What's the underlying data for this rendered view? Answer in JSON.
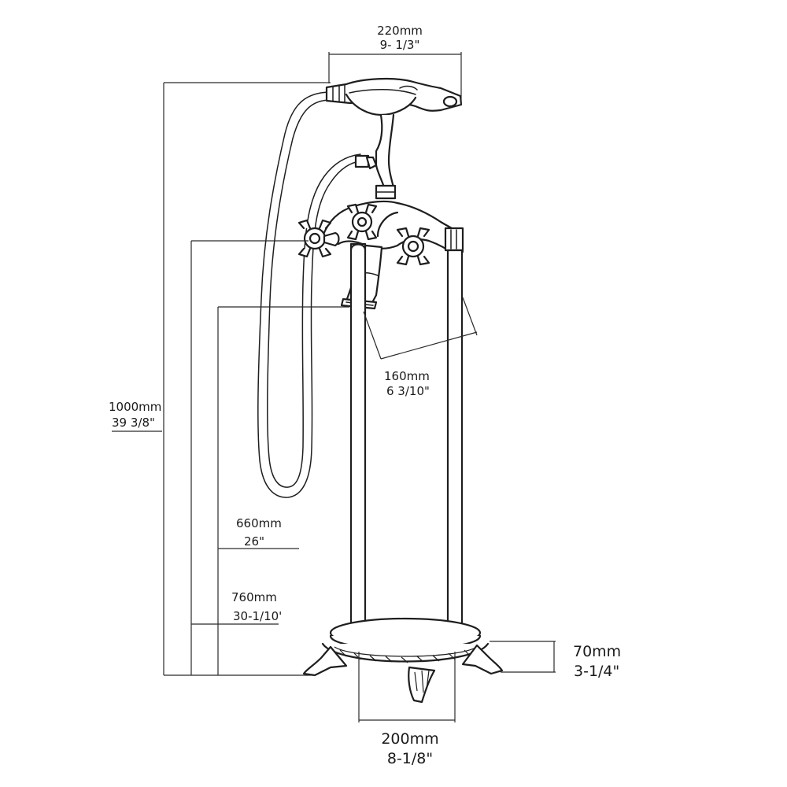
{
  "dimensions": {
    "width_top": {
      "mm": "220mm",
      "inch": "9- 1/3\""
    },
    "height_total": {
      "mm": "1000mm",
      "inch": "39 3/8\""
    },
    "spout_reach": {
      "mm": "160mm",
      "inch": "6 3/10\""
    },
    "spout_height": {
      "mm": "660mm",
      "inch": "26\""
    },
    "valve_height": {
      "mm": "760mm",
      "inch": "30-1/10'"
    },
    "base_height": {
      "mm": "70mm",
      "inch": "3-1/4\""
    },
    "base_width": {
      "mm": "200mm",
      "inch": "8-1/8\""
    }
  }
}
